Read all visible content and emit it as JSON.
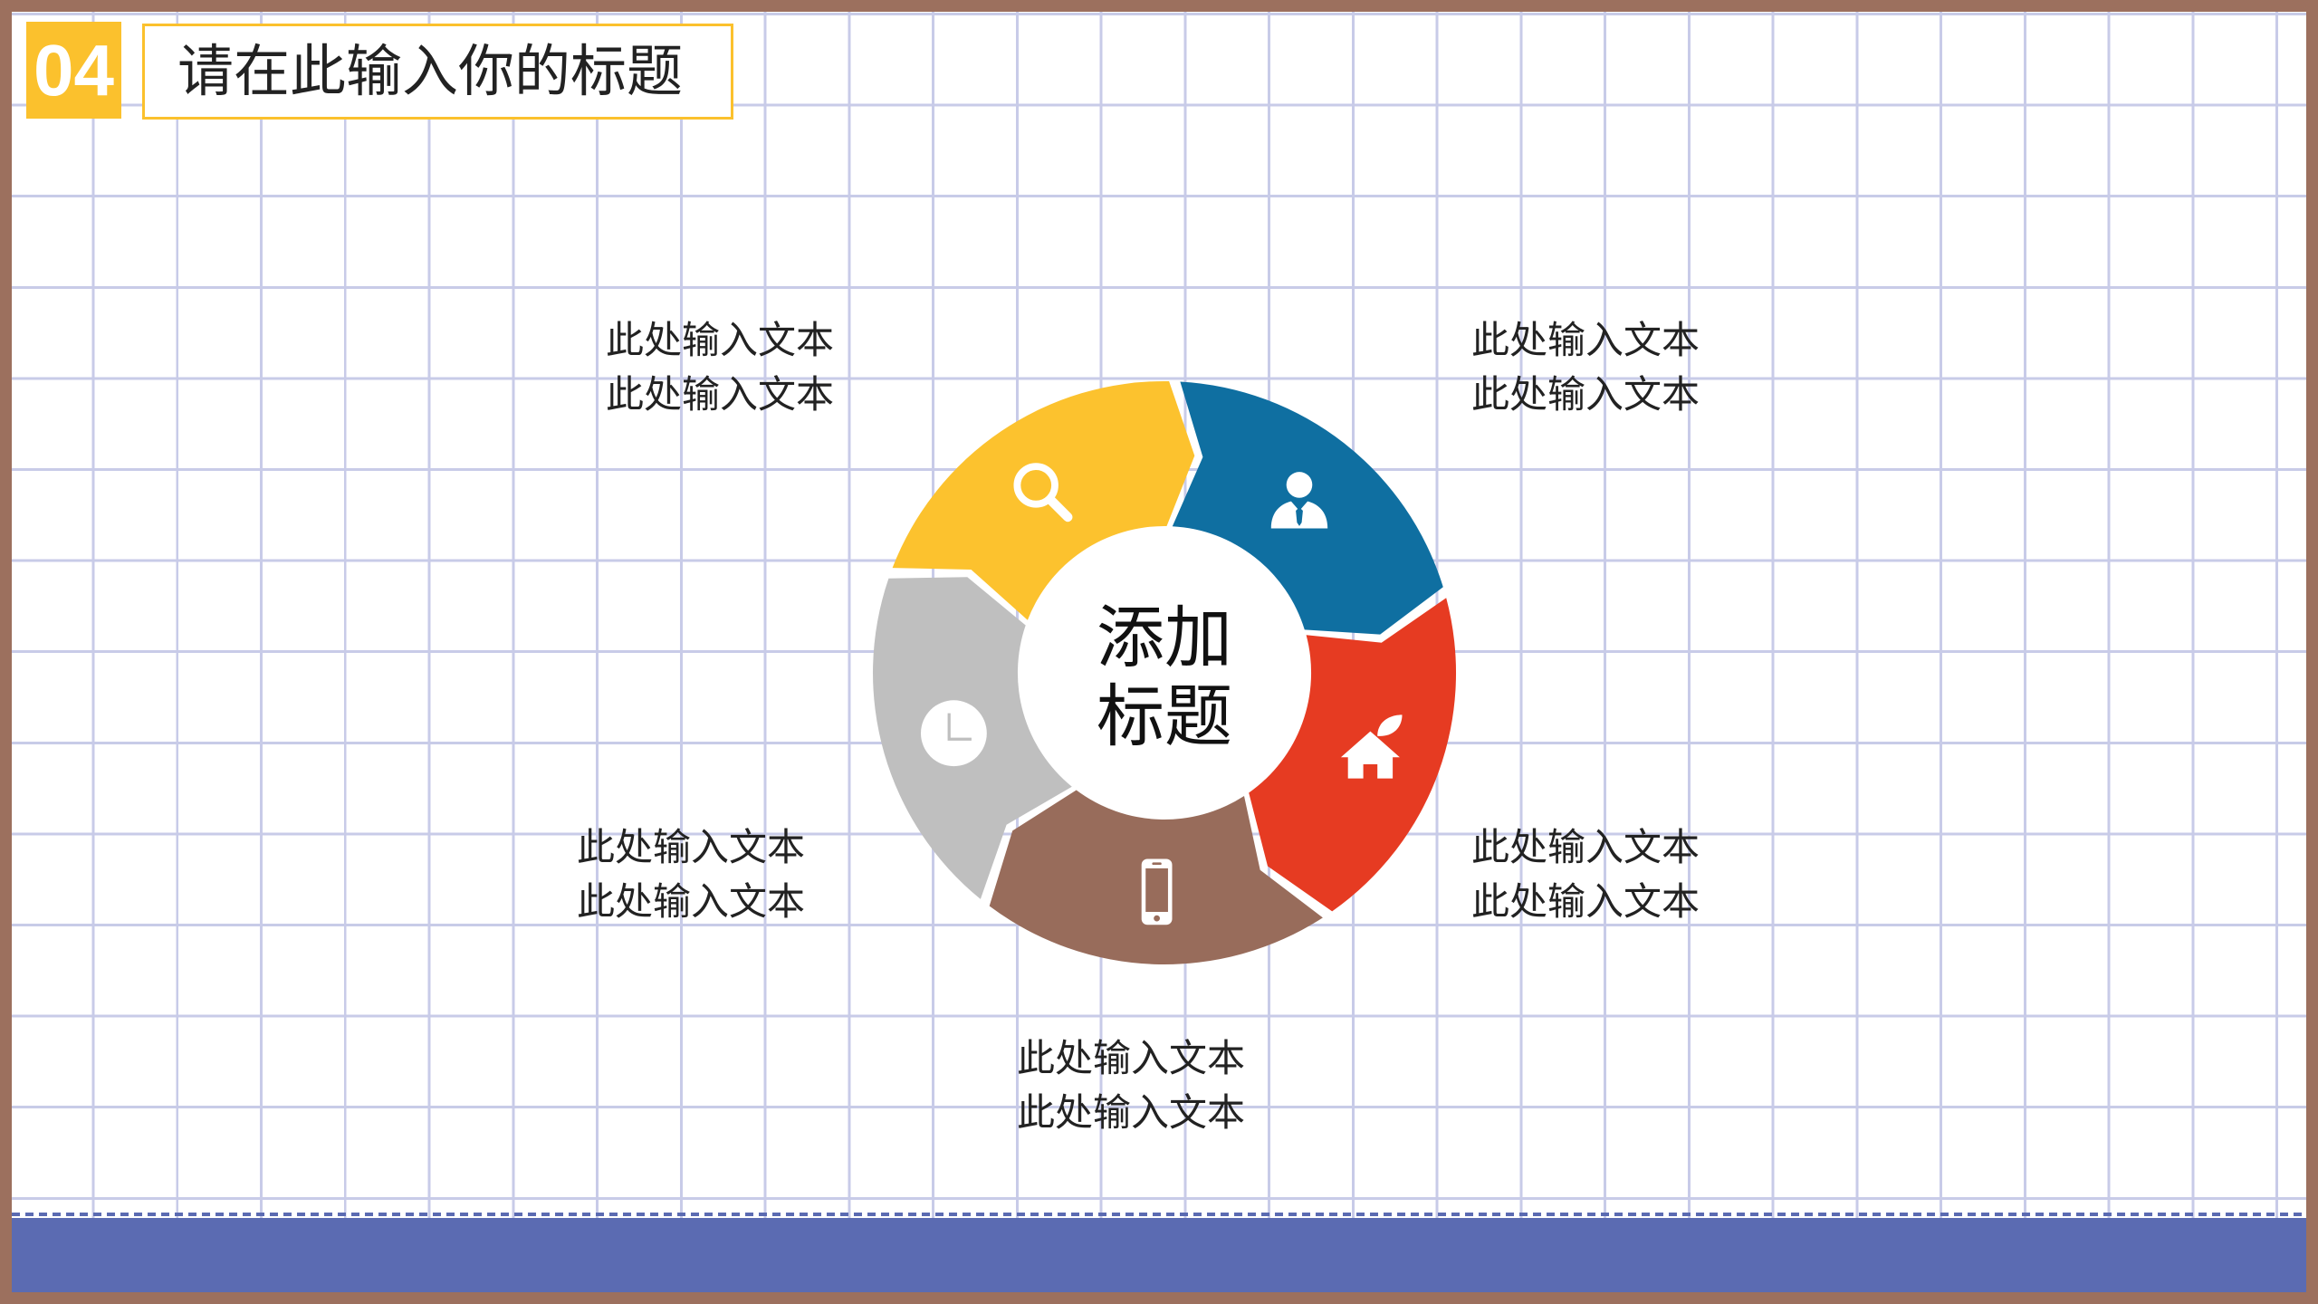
{
  "slide": {
    "number_badge": "04",
    "title": "请在此输入你的标题"
  },
  "cycle_diagram": {
    "center_title_lines": [
      "添加",
      "标题"
    ],
    "segments": [
      {
        "color": "#fcc22e",
        "icon": "search-icon",
        "text": [
          "此处输入文本",
          "此处输入文本"
        ]
      },
      {
        "color": "#0f6fa1",
        "icon": "user-icon",
        "text": [
          "此处输入文本",
          "此处输入文本"
        ]
      },
      {
        "color": "#e63b22",
        "icon": "home-icon",
        "text": [
          "此处输入文本",
          "此处输入文本"
        ]
      },
      {
        "color": "#986c5b",
        "icon": "phone-icon",
        "text": [
          "此处输入文本",
          "此处输入文本"
        ]
      },
      {
        "color": "#bfbfbf",
        "icon": "clock-icon",
        "text": [
          "此处输入文本",
          "此处输入文本"
        ]
      }
    ]
  },
  "colors": {
    "frame": "#9c705e",
    "accent": "#fbc12d",
    "grid": "#c8cbe8",
    "footer_band": "#5b6bb2",
    "text": "#222222"
  }
}
